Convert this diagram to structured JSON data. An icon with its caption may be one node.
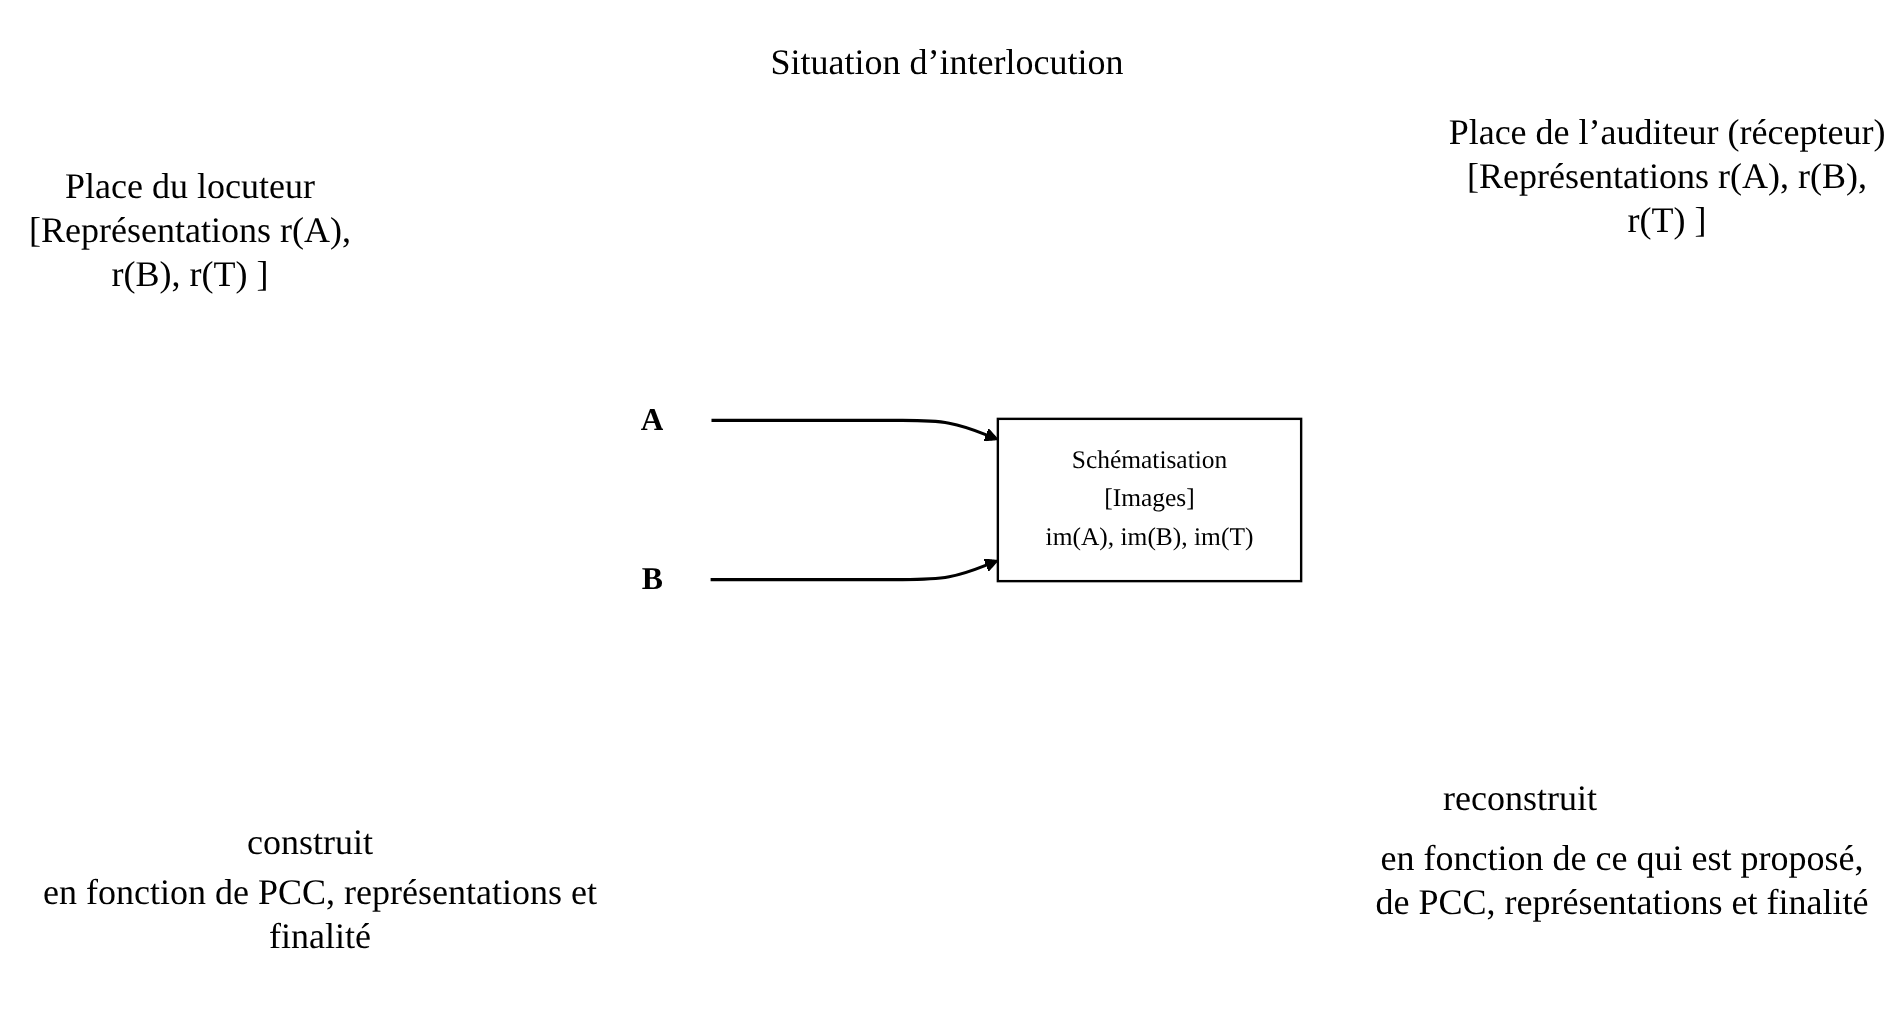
{
  "diagram": {
    "title": "Situation d’interlocution",
    "nodes": [
      {
        "text": [
          "A"
        ]
      },
      {
        "text": [
          "Schématisation",
          "[Images]",
          "im(A), im(B), im(T)"
        ]
      },
      {
        "text": [
          "B"
        ]
      }
    ],
    "edges": [
      {
        "from": 0,
        "to": 1,
        "arrow": "to"
      },
      {
        "from": 2,
        "to": 1,
        "arrow": "to"
      }
    ],
    "labels": [
      "Place du locuteur [Représentations r(A), r(B), r(T) ]",
      "Place de l’auditeur (récepteur) [Représentations r(A), r(B), r(T) ]",
      "construit",
      "reconstruit",
      "en fonction de PCC, représentations et finalité",
      "en fonction de ce qui est proposé, de PCC, représentations et finalité"
    ]
  }
}
